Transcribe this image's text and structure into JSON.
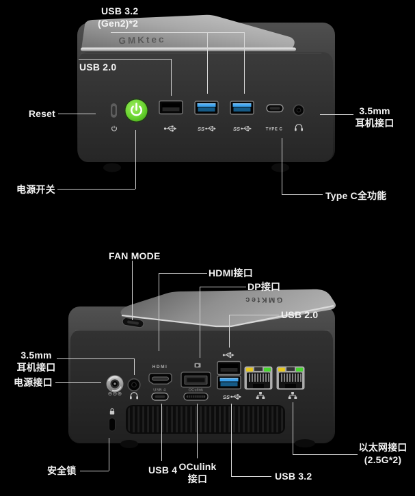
{
  "device": {
    "brand": "GMKtec"
  },
  "front_view": {
    "logo": "GMKtec",
    "labels": {
      "usb32_line1": "USB 3.2",
      "usb32_line2": "(Gen2)*2",
      "usb20": "USB 2.0",
      "reset": "Reset",
      "headphone_line1": "3.5mm",
      "headphone_line2": "耳机接口",
      "power_switch": "电源开关",
      "type_c_full": "Type C全功能"
    },
    "port_markings": {
      "type_c": "TYPE C",
      "ss": "SS"
    }
  },
  "rear_view": {
    "logo": "GMKtec",
    "labels": {
      "fan_mode": "FAN MODE",
      "hdmi": "HDMI接口",
      "dp": "DP接口",
      "usb20": "USB 2.0",
      "headphone_line1": "3.5mm",
      "headphone_line2": "耳机接口",
      "power_in": "电源接口",
      "security_lock": "安全锁",
      "usb4": "USB 4",
      "oculink_line1": "OCulink",
      "oculink_line2": "接口",
      "usb32": "USB 3.2",
      "ethernet_line1": "以太网接口",
      "ethernet_line2": "(2.5G*2)"
    },
    "port_markings": {
      "hdmi": "HDMI",
      "usb4": "USB 4",
      "oculink": "OCulink",
      "ss": "SS"
    }
  },
  "colors": {
    "background": "#000000",
    "label_text": "#f3f3f3",
    "leader_line": "#d6d6d6",
    "power_button_green": "#68d32f",
    "usb3_blue": "#3da4ef",
    "led_yellow": "#e5c71e",
    "led_green": "#46d52f"
  },
  "icons": [
    "power-icon",
    "reset-pinhole",
    "usb-trident-icon",
    "ss-usb-icon",
    "headphone-icon",
    "ethernet-icon",
    "dp-icon",
    "lock-icon",
    "polarity-icon",
    "fan-mode-button"
  ]
}
